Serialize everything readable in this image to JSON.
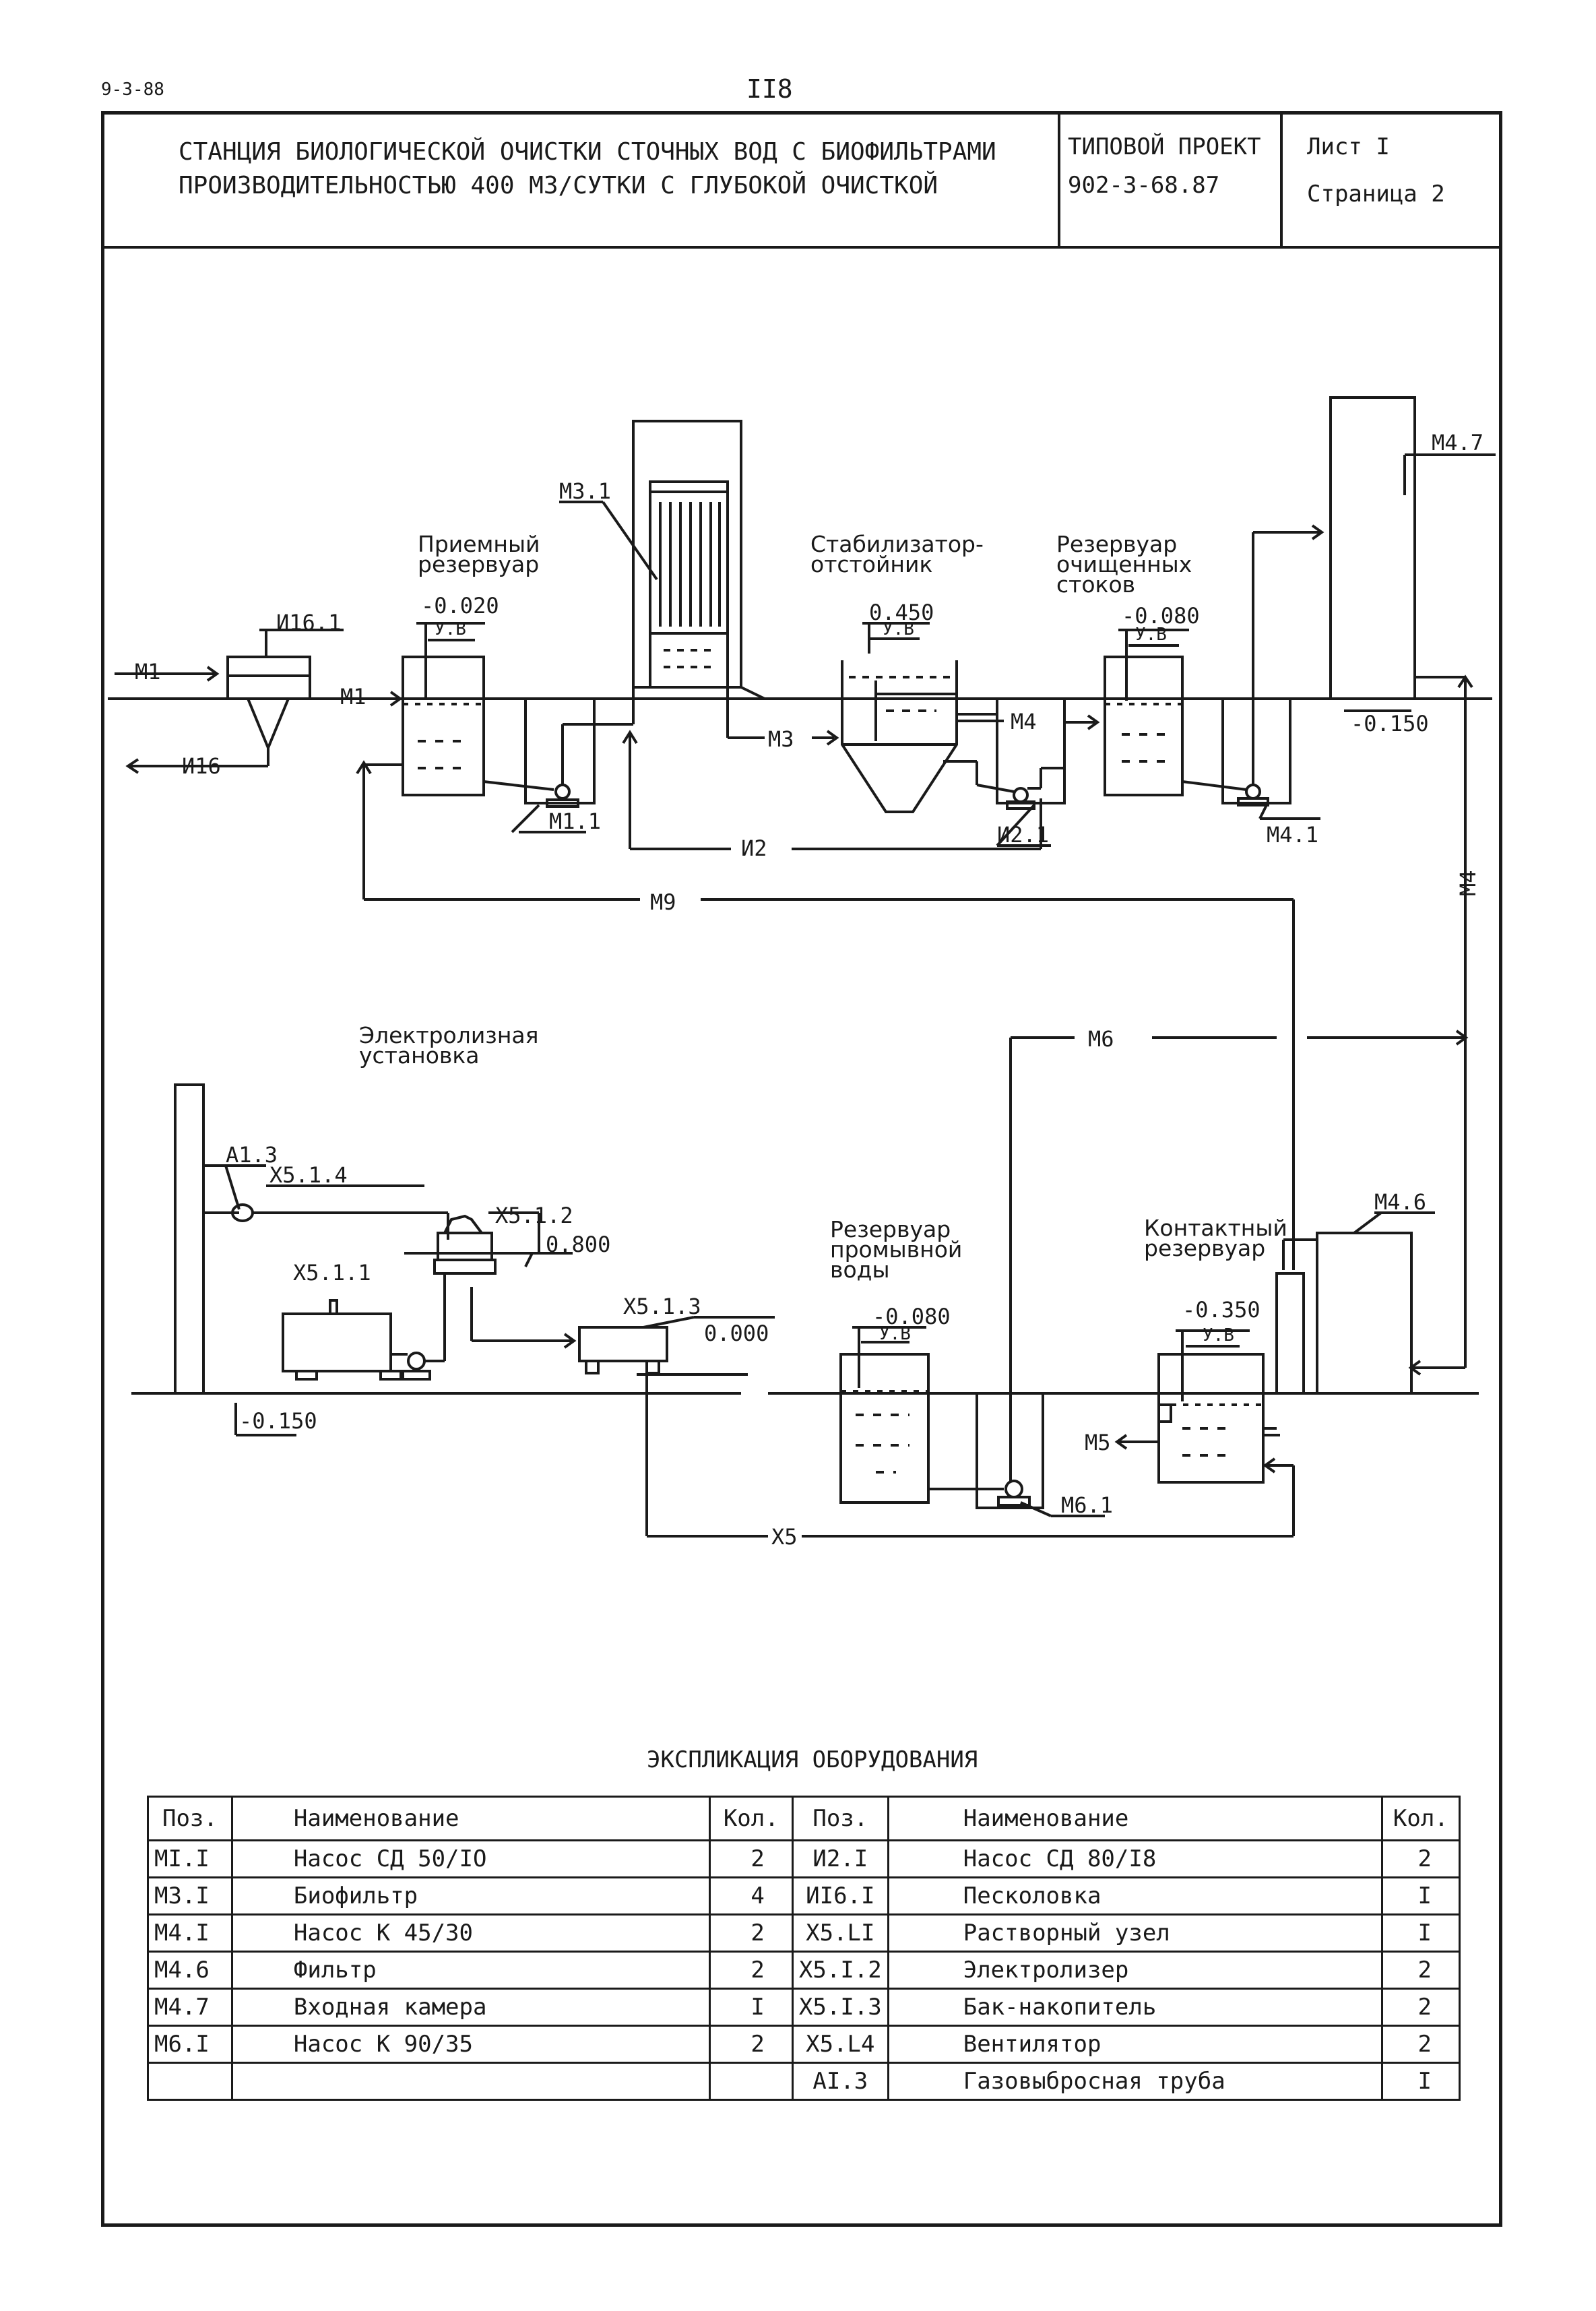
{
  "header": {
    "doc_code": "9-3-88",
    "page_number": "II8",
    "title_line1": "СТАНЦИЯ БИОЛОГИЧЕСКОЙ ОЧИСТКИ СТОЧНЫХ ВОД С БИОФИЛЬТРАМИ",
    "title_line2": "ПРОИЗВОДИТЕЛЬНОСТЬЮ 400 М3/СУТКИ С ГЛУБОКОЙ ОЧИСТКОЙ",
    "project_label": "ТИПОВОЙ ПРОЕКТ",
    "project_number": "902-3-68.87",
    "sheet_label": "Лист I",
    "page_label": "Страница 2"
  },
  "diagram": {
    "units": {
      "receiving_tank": "Приемный резервуар",
      "stabilizer": "Стабилизатор-отстойник",
      "clean_tank": "Резервуар очищенных стоков",
      "electrolysis": "Электролизная установка",
      "wash_tank": "Резервуар промывной воды",
      "contact_tank": "Контактный резервуар"
    },
    "level_labels": {
      "m1_level": "-0.020",
      "stab_level": "0.450",
      "m4_level": "-0.080",
      "ground_right": "-0.150",
      "ground_left": "-0.150",
      "platform_800": "0.800",
      "platform_000": "0.000",
      "wash_level": "-0.080",
      "contact_level": "-0.350",
      "water_mark": "У.В"
    },
    "tags": {
      "m1": "М1",
      "m16_1": "И16.1",
      "m16": "И16",
      "m3_1": "М3.1",
      "m3": "М3",
      "m4": "М4",
      "m1_1": "М1.1",
      "m2": "И2",
      "m2_1": "И2.1",
      "m4_1": "М4.1",
      "m4_7": "М4.7",
      "m4_vert": "М4",
      "m9": "М9",
      "m6": "М6",
      "a1_3": "А1.3",
      "x5_1_4": "Х5.1.4",
      "x5_1_2": "Х5.1.2",
      "x5_1_1": "Х5.1.1",
      "x5_1_3": "Х5.1.3",
      "m4_6": "М4.6",
      "m5": "М5",
      "m6_1": "М6.1",
      "x5": "Х5"
    }
  },
  "explication": {
    "title": "ЭКСПЛИКАЦИЯ ОБОРУДОВАНИЯ",
    "headers": {
      "pos": "Поз.",
      "name": "Наименование",
      "qty": "Кол."
    },
    "left": [
      {
        "pos": "MI.I",
        "name": "Насос СД 50/IO",
        "qty": "2"
      },
      {
        "pos": "M3.I",
        "name": "Биофильтр",
        "qty": "4"
      },
      {
        "pos": "M4.I",
        "name": "Насос К 45/30",
        "qty": "2"
      },
      {
        "pos": "M4.6",
        "name": "Фильтр",
        "qty": "2"
      },
      {
        "pos": "M4.7",
        "name": "Входная камера",
        "qty": "I"
      },
      {
        "pos": "M6.I",
        "name": "Насос К 90/35",
        "qty": "2"
      },
      {
        "pos": "",
        "name": "",
        "qty": ""
      }
    ],
    "right": [
      {
        "pos": "И2.I",
        "name": "Насос СД 80/I8",
        "qty": "2"
      },
      {
        "pos": "ИI6.I",
        "name": "Песколовка",
        "qty": "I"
      },
      {
        "pos": "X5.LI",
        "name": "Растворный узел",
        "qty": "I"
      },
      {
        "pos": "X5.I.2",
        "name": "Электролизер",
        "qty": "2"
      },
      {
        "pos": "X5.I.3",
        "name": "Бак-накопитель",
        "qty": "2"
      },
      {
        "pos": "X5.L4",
        "name": "Вентилятор",
        "qty": "2"
      },
      {
        "pos": "AI.3",
        "name": "Газовыбросная труба",
        "qty": "I"
      }
    ]
  }
}
